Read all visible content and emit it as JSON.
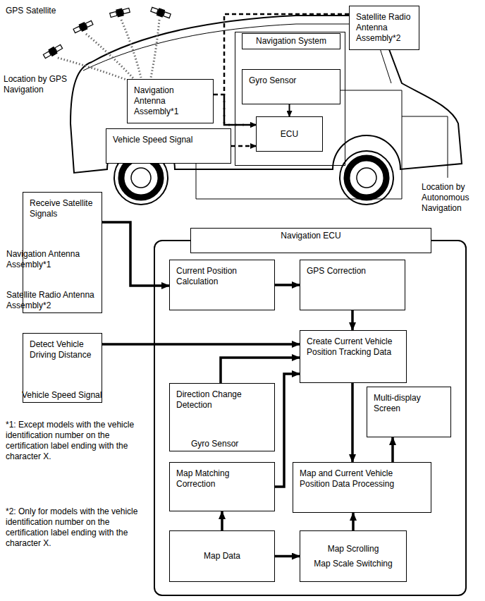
{
  "diagram": {
    "nodes": [
      {
        "text": [
          "Satellite Radio Antenna Assembly*2"
        ]
      },
      {
        "text": [
          "Navigation System"
        ]
      },
      {
        "text": [
          "Gyro Sensor"
        ],
        "in": 1
      },
      {
        "text": [
          "ECU"
        ],
        "in": 1
      },
      {
        "text": [
          "Navigation Antenna Assembly*1"
        ]
      },
      {
        "text": [
          "Vehicle Speed Signal"
        ]
      },
      {
        "text": [
          "Receive Satellite Signals",
          "Navigation Antenna Assembly*1",
          "Satellite Radio Antenna Assembly*2"
        ]
      },
      {
        "text": [
          "Navigation ECU"
        ]
      },
      {
        "text": [
          "Current Position Calculation"
        ],
        "in": 7
      },
      {
        "text": [
          "GPS Correction"
        ],
        "in": 7
      },
      {
        "text": [
          "Detect Vehicle Driving Distance",
          "Vehicle Speed Signal"
        ]
      },
      {
        "text": [
          "Create Current Vehicle Position Tracking Data"
        ],
        "in": 7
      },
      {
        "text": [
          "Multi-display Screen"
        ],
        "in": 7
      },
      {
        "text": [
          "Direction Change Detection",
          "Gyro Sensor"
        ],
        "in": 7
      },
      {
        "text": [
          "Map Matching Correction"
        ],
        "in": 7
      },
      {
        "text": [
          "Map and Current Vehicle Position Data Processing"
        ],
        "in": 7
      },
      {
        "text": [
          "Map Data"
        ],
        "in": 7
      },
      {
        "text": [
          "Map Scrolling",
          "Map Scale Switching"
        ],
        "in": 7
      }
    ],
    "edges": [
      {
        "from": 4,
        "to": 3,
        "arrow": "to"
      },
      {
        "from": 0,
        "to": 3,
        "arrow": "to"
      },
      {
        "from": 5,
        "to": 3,
        "arrow": "to"
      },
      {
        "from": 2,
        "to": 3,
        "arrow": "to"
      },
      {
        "from": 6,
        "to": 8,
        "arrow": "to"
      },
      {
        "from": 8,
        "to": 9,
        "arrow": "to"
      },
      {
        "from": 9,
        "to": 11,
        "arrow": "to"
      },
      {
        "from": 10,
        "to": 11,
        "arrow": "to"
      },
      {
        "from": 13,
        "to": 11,
        "arrow": "to"
      },
      {
        "from": 14,
        "to": 11,
        "arrow": "to"
      },
      {
        "from": 11,
        "to": 15,
        "arrow": "to"
      },
      {
        "from": 15,
        "to": 12,
        "arrow": "to"
      },
      {
        "from": 16,
        "to": 14,
        "arrow": "to"
      },
      {
        "from": 16,
        "to": 17,
        "arrow": "to"
      },
      {
        "from": 17,
        "to": 15,
        "arrow": "to"
      }
    ],
    "labels": [
      "GPS Satellite",
      "Location by GPS Navigation",
      "Location by Autonomous Navigation",
      "*1: Except models with the vehicle identification number on the certification label ending with the character X.",
      "*2: Only for models with the vehicle identification number on the certification label ending with the character X."
    ]
  }
}
